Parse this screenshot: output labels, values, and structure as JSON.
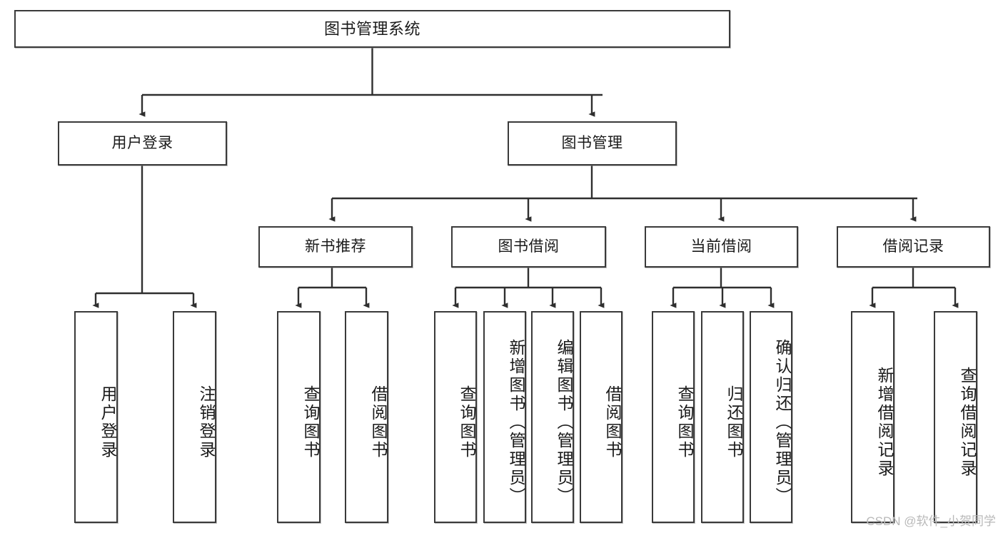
{
  "diagram": {
    "type": "tree-hierarchy",
    "title": "图书管理系统",
    "root": {
      "id": "root",
      "label": "图书管理系统"
    },
    "level2": [
      {
        "id": "user-login",
        "label": "用户登录"
      },
      {
        "id": "book-manage",
        "label": "图书管理"
      }
    ],
    "level3": [
      {
        "id": "new-book-rec",
        "label": "新书推荐"
      },
      {
        "id": "book-borrow",
        "label": "图书借阅"
      },
      {
        "id": "current-borrow",
        "label": "当前借阅"
      },
      {
        "id": "borrow-record",
        "label": "借阅记录"
      }
    ],
    "leaves": {
      "user_login": [
        {
          "id": "leaf-user-login",
          "label": "用户登录"
        },
        {
          "id": "leaf-logout",
          "label": "注销登录"
        }
      ],
      "new_book_rec": [
        {
          "id": "leaf-query-book-1",
          "label": "查询图书"
        },
        {
          "id": "leaf-borrow-book-1",
          "label": "借阅图书"
        }
      ],
      "book_borrow": [
        {
          "id": "leaf-query-book-2",
          "label": "查询图书"
        },
        {
          "id": "leaf-add-book",
          "label": "新增图书（管理员）"
        },
        {
          "id": "leaf-edit-book",
          "label": "编辑图书（管理员）"
        },
        {
          "id": "leaf-borrow-book-2",
          "label": "借阅图书"
        }
      ],
      "current_borrow": [
        {
          "id": "leaf-query-book-3",
          "label": "查询图书"
        },
        {
          "id": "leaf-return-book",
          "label": "归还图书"
        },
        {
          "id": "leaf-confirm-return",
          "label": "确认归还（管理员）"
        }
      ],
      "borrow_record": [
        {
          "id": "leaf-add-record",
          "label": "新增借阅记录"
        },
        {
          "id": "leaf-query-record",
          "label": "查询借阅记录"
        }
      ]
    }
  },
  "watermark": {
    "text": "CSDN @软件_小贺同学"
  },
  "colors": {
    "background": "#ffffff",
    "box_border": "#3a3a3a",
    "box_fill": "#ffffff",
    "text": "#1a1a1a",
    "connector": "#2f2f2f",
    "watermark": "#b9b9b9"
  }
}
